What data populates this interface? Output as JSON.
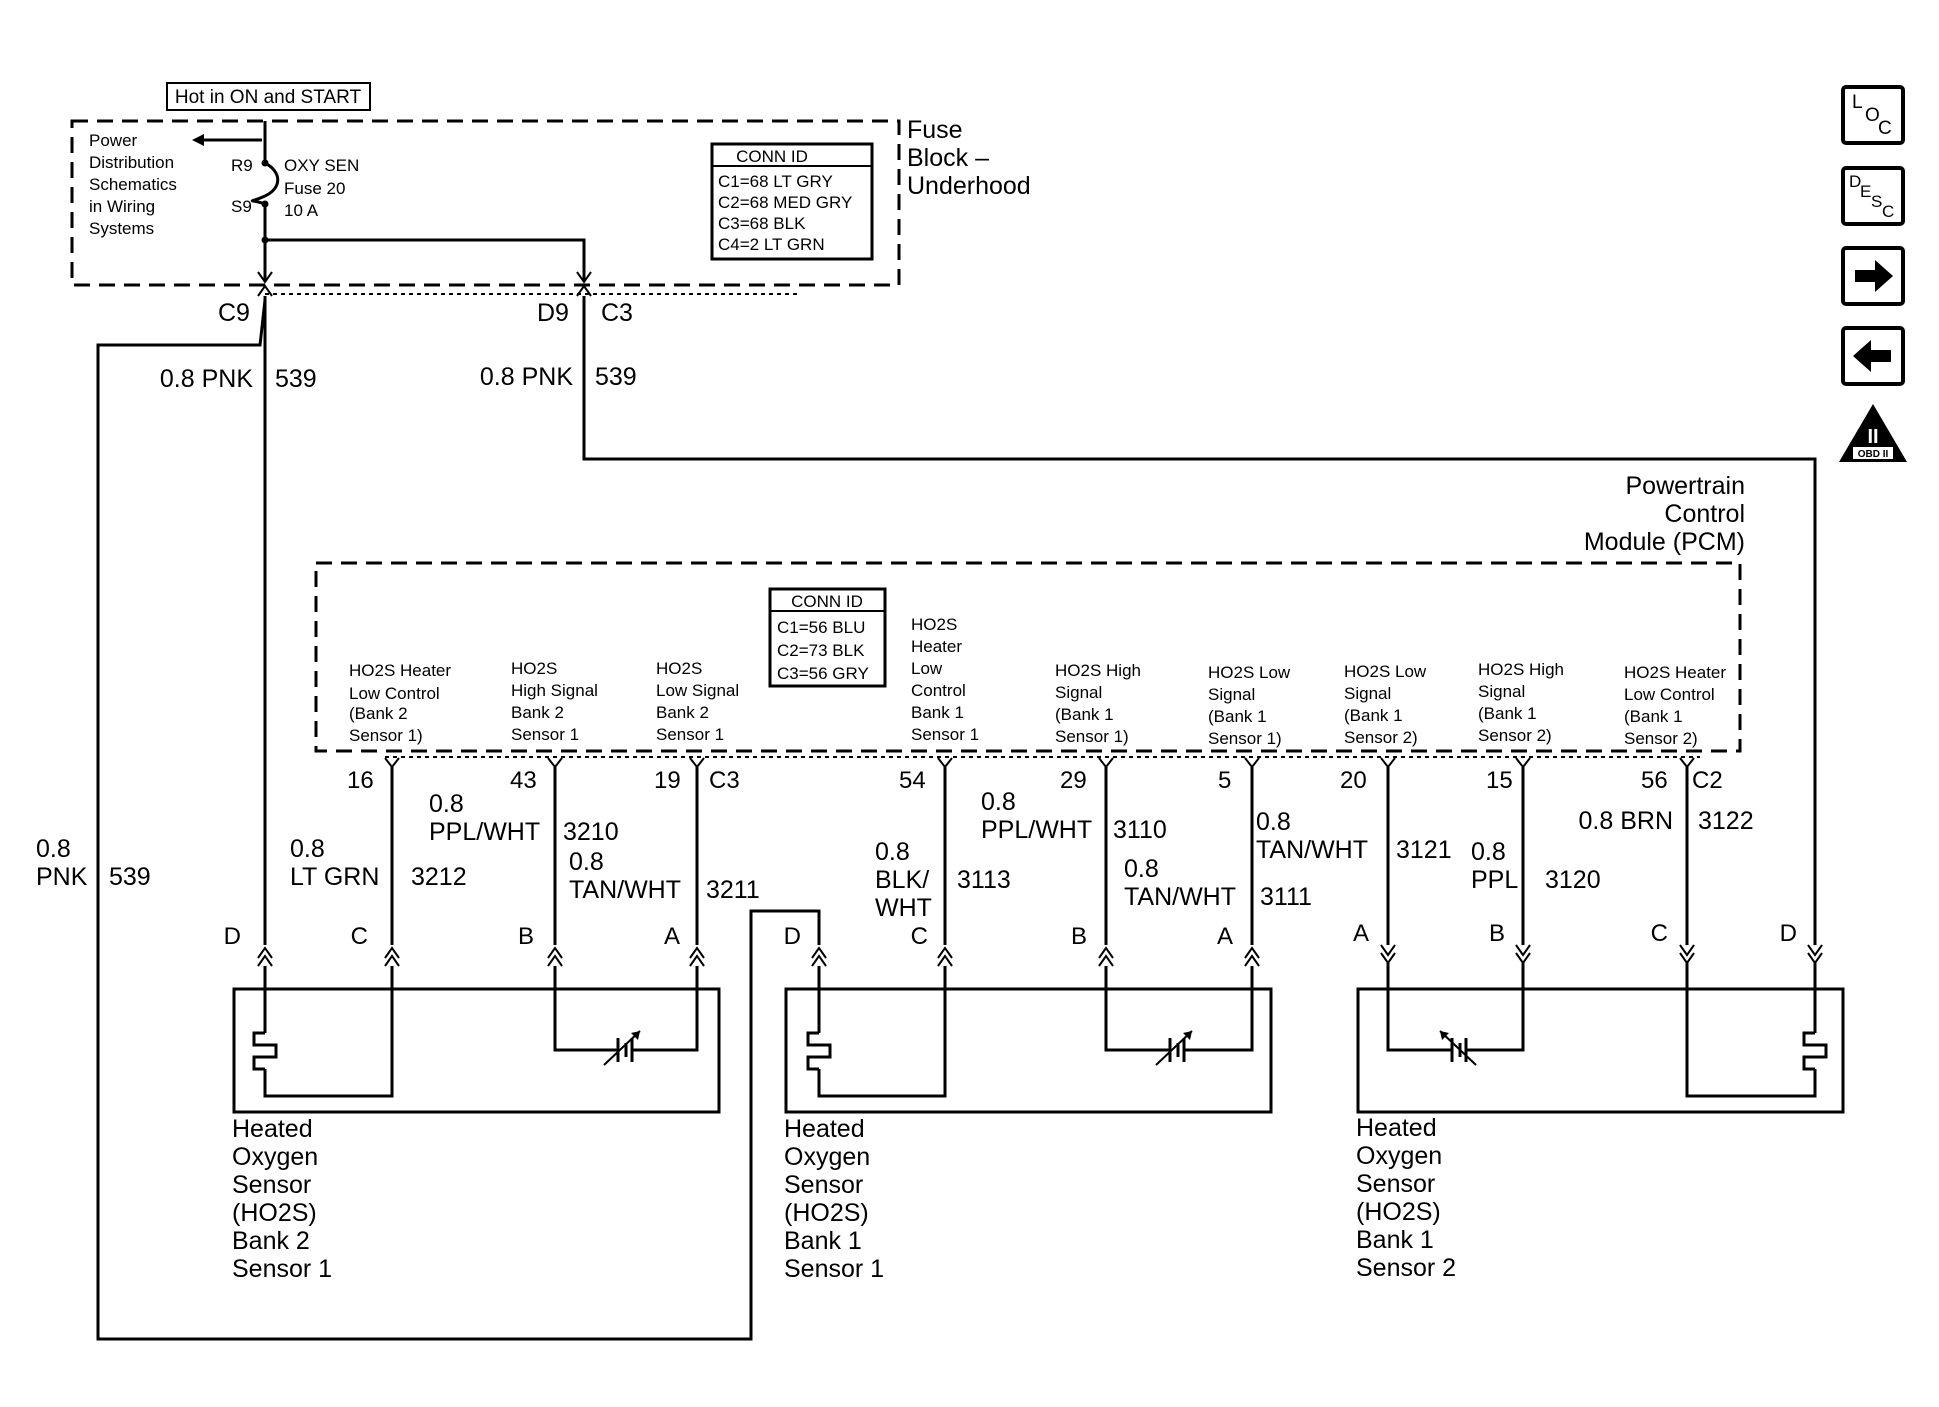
{
  "header_label": "Hot in ON and START",
  "fuse_block": {
    "name_lines": [
      "Fuse",
      "Block –",
      "Underhood"
    ],
    "power_ref_lines": [
      "Power",
      "Distribution",
      "Schematics",
      "in Wiring",
      "Systems"
    ],
    "fuse_name": "OXY SEN",
    "fuse_number": "Fuse 20",
    "fuse_rating": "10 A",
    "pin_top": "R9",
    "pin_bottom": "S9",
    "conn_id": {
      "title": "CONN ID",
      "lines": [
        "C1=68 LT GRY",
        "C2=68 MED GRY",
        "C3=68 BLK",
        "C4=2 LT GRN"
      ]
    },
    "out_left_pin": "C9",
    "out_right_pin": "D9",
    "out_right_conn": "C3"
  },
  "feed_wires": {
    "left": {
      "gauge_color": "0.8 PNK",
      "circuit": "539"
    },
    "right": {
      "gauge_color": "0.8 PNK",
      "circuit": "539"
    },
    "outer": {
      "gauge": "0.8",
      "color": "PNK",
      "circuit": "539"
    }
  },
  "pcm": {
    "name_lines": [
      "Powertrain",
      "Control",
      "Module (PCM)"
    ],
    "conn_id": {
      "title": "CONN ID",
      "lines": [
        "C1=56 BLU",
        "C2=73 BLK",
        "C3=56 GRY"
      ]
    },
    "terminals": [
      {
        "label_lines": [
          "HO2S Heater",
          "Low Control",
          "(Bank 2",
          "Sensor 1)"
        ],
        "pin": "16",
        "conn": ""
      },
      {
        "label_lines": [
          "HO2S",
          "High Signal",
          "Bank 2",
          "Sensor 1"
        ],
        "pin": "43",
        "conn": ""
      },
      {
        "label_lines": [
          "HO2S",
          "Low Signal",
          "Bank 2",
          "Sensor 1"
        ],
        "pin": "19",
        "conn": "C3"
      },
      {
        "label_lines": [
          "HO2S",
          "Heater",
          "Low",
          "Control",
          "Bank 1",
          "Sensor 1"
        ],
        "pin": "54",
        "conn": ""
      },
      {
        "label_lines": [
          "HO2S High",
          "Signal",
          "(Bank 1",
          "Sensor 1)"
        ],
        "pin": "29",
        "conn": ""
      },
      {
        "label_lines": [
          "HO2S Low",
          "Signal",
          "(Bank 1",
          "Sensor 1)"
        ],
        "pin": "5",
        "conn": ""
      },
      {
        "label_lines": [
          "HO2S Low",
          "Signal",
          "(Bank 1",
          "Sensor 2)"
        ],
        "pin": "20",
        "conn": ""
      },
      {
        "label_lines": [
          "HO2S High",
          "Signal",
          "(Bank 1",
          "Sensor 2)"
        ],
        "pin": "15",
        "conn": ""
      },
      {
        "label_lines": [
          "HO2S Heater",
          "Low Control",
          "(Bank 1",
          "Sensor 2)"
        ],
        "pin": "56",
        "conn": "C2"
      }
    ]
  },
  "wires": [
    {
      "lines": [
        "0.8",
        "LT GRN"
      ],
      "circuit": "3212"
    },
    {
      "lines": [
        "0.8",
        "PPL/WHT"
      ],
      "circuit": "3210"
    },
    {
      "lines": [
        "0.8",
        "TAN/WHT"
      ],
      "circuit": "3211"
    },
    {
      "lines": [
        "0.8",
        "BLK/",
        "WHT"
      ],
      "circuit": "3113"
    },
    {
      "lines": [
        "0.8",
        "PPL/WHT"
      ],
      "circuit": "3110"
    },
    {
      "lines": [
        "0.8",
        "TAN/WHT"
      ],
      "circuit": "3111"
    },
    {
      "lines": [
        "0.8",
        "TAN/WHT"
      ],
      "circuit": "3121"
    },
    {
      "lines": [
        "0.8",
        "PPL"
      ],
      "circuit": "3120"
    },
    {
      "lines": [
        "0.8 BRN"
      ],
      "circuit": "3122"
    }
  ],
  "sensors": [
    {
      "name_lines": [
        "Heated",
        "Oxygen",
        "Sensor",
        "(HO2S)",
        "Bank 2",
        "Sensor 1"
      ],
      "pins": [
        "D",
        "C",
        "B",
        "A"
      ]
    },
    {
      "name_lines": [
        "Heated",
        "Oxygen",
        "Sensor",
        "(HO2S)",
        "Bank 1",
        "Sensor 1"
      ],
      "pins": [
        "D",
        "C",
        "B",
        "A"
      ]
    },
    {
      "name_lines": [
        "Heated",
        "Oxygen",
        "Sensor",
        "(HO2S)",
        "Bank 1",
        "Sensor 2"
      ],
      "pins": [
        "A",
        "B",
        "C",
        "D"
      ]
    }
  ],
  "nav": {
    "loc": {
      "big": "L",
      "mid": "O",
      "small": "C"
    },
    "desc": {
      "big": "D",
      "mid": "E",
      "mid2": "S",
      "small": "C"
    },
    "obd_numeral": "II",
    "obd_text": "OBD II"
  }
}
